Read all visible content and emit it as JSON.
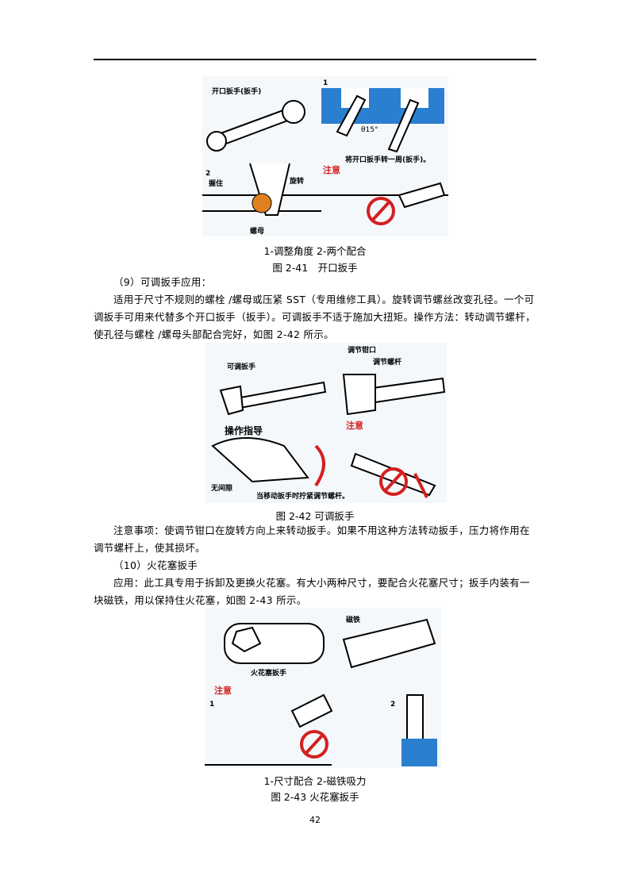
{
  "fig41": {
    "labels": {
      "open_wrench": "开口扳手(扳手)",
      "n1": "1",
      "angle": "θ15°",
      "turn": "将开口扳手转一周(扳手)。",
      "n2": "2",
      "hold": "握住",
      "rotate": "旋转",
      "nut": "螺母",
      "caution": "注意"
    },
    "subcaption": "1-调整角度 2-两个配合",
    "caption": "图 2-41　开口扳手"
  },
  "sec9": {
    "heading": "（9）可调扳手应用：",
    "para": "适用于尺寸不规则的螺栓 /螺母或压紧 SST（专用维修工具）。旋转调节螺丝改变孔径。一个可调扳手可用来代替多个开口扳手（扳手）。可调扳手不适于施加大扭矩。操作方法：转动调节螺杆，使孔径与螺栓 /螺母头部配合完好，如图 2-42 所示。"
  },
  "fig42": {
    "labels": {
      "adjustable": "可调扳手",
      "jaw": "调节钳口",
      "screw": "调节螺杆",
      "guide": "操作指导",
      "caution": "注意",
      "nogap": "无间隙",
      "tighten": "当移动扳手时拧紧调节螺杆。"
    },
    "caption": "图 2-42 可调扳手"
  },
  "note": "注意事项：使调节钳口在旋转方向上来转动扳手。如果不用这种方法转动扳手，压力将作用在调节螺杆上，使其损坏。",
  "sec10": {
    "heading": "（10）火花塞扳手",
    "para": "应用：此工具专用于拆卸及更换火花塞。有大小两种尺寸，要配合火花塞尺寸；扳手内装有一块磁铁，用以保持住火花塞，如图 2-43 所示。"
  },
  "fig43": {
    "labels": {
      "magnet": "磁铁",
      "spark_wrench": "火花塞扳手",
      "caution": "注意",
      "n1": "1",
      "n2": "2"
    },
    "subcaption": "1-尺寸配合 2-磁铁吸力",
    "caption": "图 2-43 火花塞扳手"
  },
  "page_number": "42"
}
